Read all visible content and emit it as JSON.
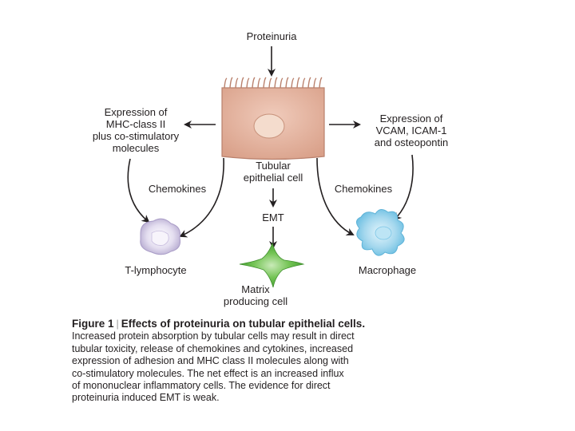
{
  "diagram": {
    "top_input": "Proteinuria",
    "center_cell": [
      "Tubular",
      "epithelial cell"
    ],
    "left_expression": [
      "Expression of",
      "MHC-class II",
      "plus co-stimulatory",
      "molecules"
    ],
    "right_expression": [
      "Expression of",
      "VCAM, ICAM-1",
      "and osteopontin"
    ],
    "left_chemokines": "Chemokines",
    "right_chemokines": "Chemokines",
    "emt": "EMT",
    "t_lymphocyte": "T-lymphocyte",
    "macrophage": "Macrophage",
    "matrix_cell": [
      "Matrix",
      "producing cell"
    ]
  },
  "caption": {
    "figure_label": "Figure 1",
    "title": "Effects of proteinuria on tubular epithelial cells.",
    "lines": [
      "Increased protein absorption by tubular cells may result in direct",
      "tubular toxicity, release of chemokines and cytokines, increased",
      "expression of adhesion and MHC class II molecules along with",
      "co-stimulatory molecules. The net effect is an increased influx",
      "of mononuclear inflammatory cells. The evidence for direct",
      "proteinuria induced EMT is weak."
    ]
  },
  "colors": {
    "epithelial_cell": "#e8b9a4",
    "nucleus": "#f4dccd",
    "t_lymphocyte": "#ddd6ea",
    "macrophage": "#9ed2ea",
    "matrix_cell": "#6ec04e",
    "arrows": "#231f20"
  }
}
